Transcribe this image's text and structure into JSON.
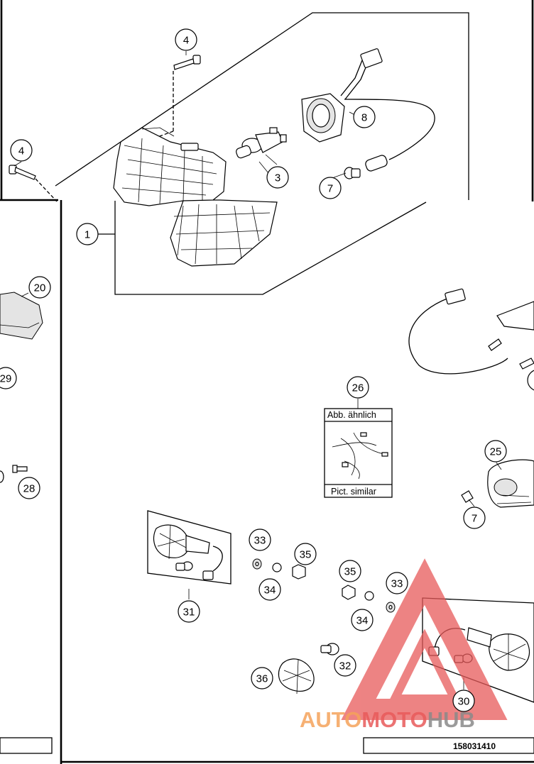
{
  "callouts": {
    "c1": "1",
    "c3": "3",
    "c4a": "4",
    "c4b": "4",
    "c7a": "7",
    "c7b": "7",
    "c8": "8",
    "c20": "20",
    "c25": "25",
    "c26": "26",
    "c28": "28",
    "c29": "29",
    "c30": "30",
    "c31": "31",
    "c32": "32",
    "c33a": "33",
    "c33b": "33",
    "c34a": "34",
    "c34b": "34",
    "c35a": "35",
    "c35b": "35",
    "c36": "36"
  },
  "harness_box": {
    "top_label": "Abb. ähnlich",
    "bottom_label": "Pict. similar"
  },
  "drawing_number": "158031410",
  "watermark": {
    "part1": "AUTO",
    "part2": "MOTO",
    "part3": "HUB",
    "color_red": "#e85a5a",
    "color_orange": "#f5a25a",
    "color_gray": "#8a8a8a"
  }
}
